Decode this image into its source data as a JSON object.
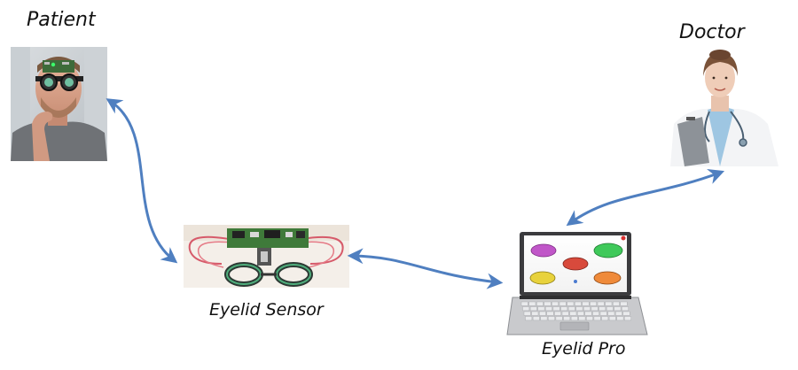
{
  "nodes": {
    "patient": {
      "label": "Patient"
    },
    "doctor": {
      "label": "Doctor"
    },
    "sensor": {
      "label": "Eyelid Sensor"
    },
    "pro": {
      "label": "Eyelid Pro"
    }
  },
  "colors": {
    "arrow": "#4f7fc0",
    "bubble_purple": "#c056c8",
    "bubble_green": "#3fc95a",
    "bubble_red": "#d84a3c",
    "bubble_yellow": "#e8d23c",
    "bubble_orange": "#ef8a3a",
    "pcb": "#3f7a3a"
  },
  "icons": [
    "patient-photo",
    "doctor-photo",
    "eyelid-sensor-device",
    "laptop-icon"
  ]
}
